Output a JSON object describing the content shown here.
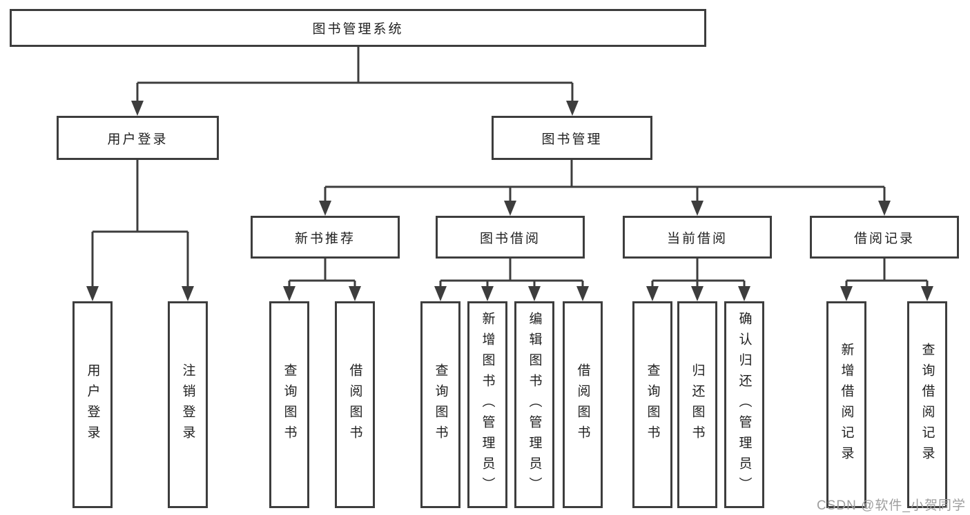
{
  "nodes": {
    "root": {
      "label": "图书管理系统"
    },
    "level2": [
      {
        "label": "用户登录"
      },
      {
        "label": "图书管理"
      }
    ],
    "level3": [
      {
        "label": "新书推荐",
        "parent": "图书管理"
      },
      {
        "label": "图书借阅",
        "parent": "图书管理"
      },
      {
        "label": "当前借阅",
        "parent": "图书管理"
      },
      {
        "label": "借阅记录",
        "parent": "图书管理"
      }
    ],
    "leaves": [
      {
        "label": "用户登录",
        "parent": "用户登录"
      },
      {
        "label": "注销登录",
        "parent": "用户登录"
      },
      {
        "label": "查询图书",
        "parent": "新书推荐"
      },
      {
        "label": "借阅图书",
        "parent": "新书推荐"
      },
      {
        "label": "查询图书",
        "parent": "图书借阅"
      },
      {
        "label": "新增图书（管理员）",
        "parent": "图书借阅"
      },
      {
        "label": "编辑图书（管理员）",
        "parent": "图书借阅"
      },
      {
        "label": "借阅图书",
        "parent": "图书借阅"
      },
      {
        "label": "查询图书",
        "parent": "当前借阅"
      },
      {
        "label": "归还图书",
        "parent": "当前借阅"
      },
      {
        "label": "确认归还（管理员）",
        "parent": "当前借阅"
      },
      {
        "label": "新增借阅记录",
        "parent": "借阅记录"
      },
      {
        "label": "查询借阅记录",
        "parent": "借阅记录"
      }
    ]
  },
  "watermark": {
    "text": "CSDN @软件_小贺同学"
  },
  "colors": {
    "stroke": "#3d3d3d",
    "text": "#1f1f1f",
    "background": "#ffffff",
    "watermark": "#9e9e9e"
  }
}
